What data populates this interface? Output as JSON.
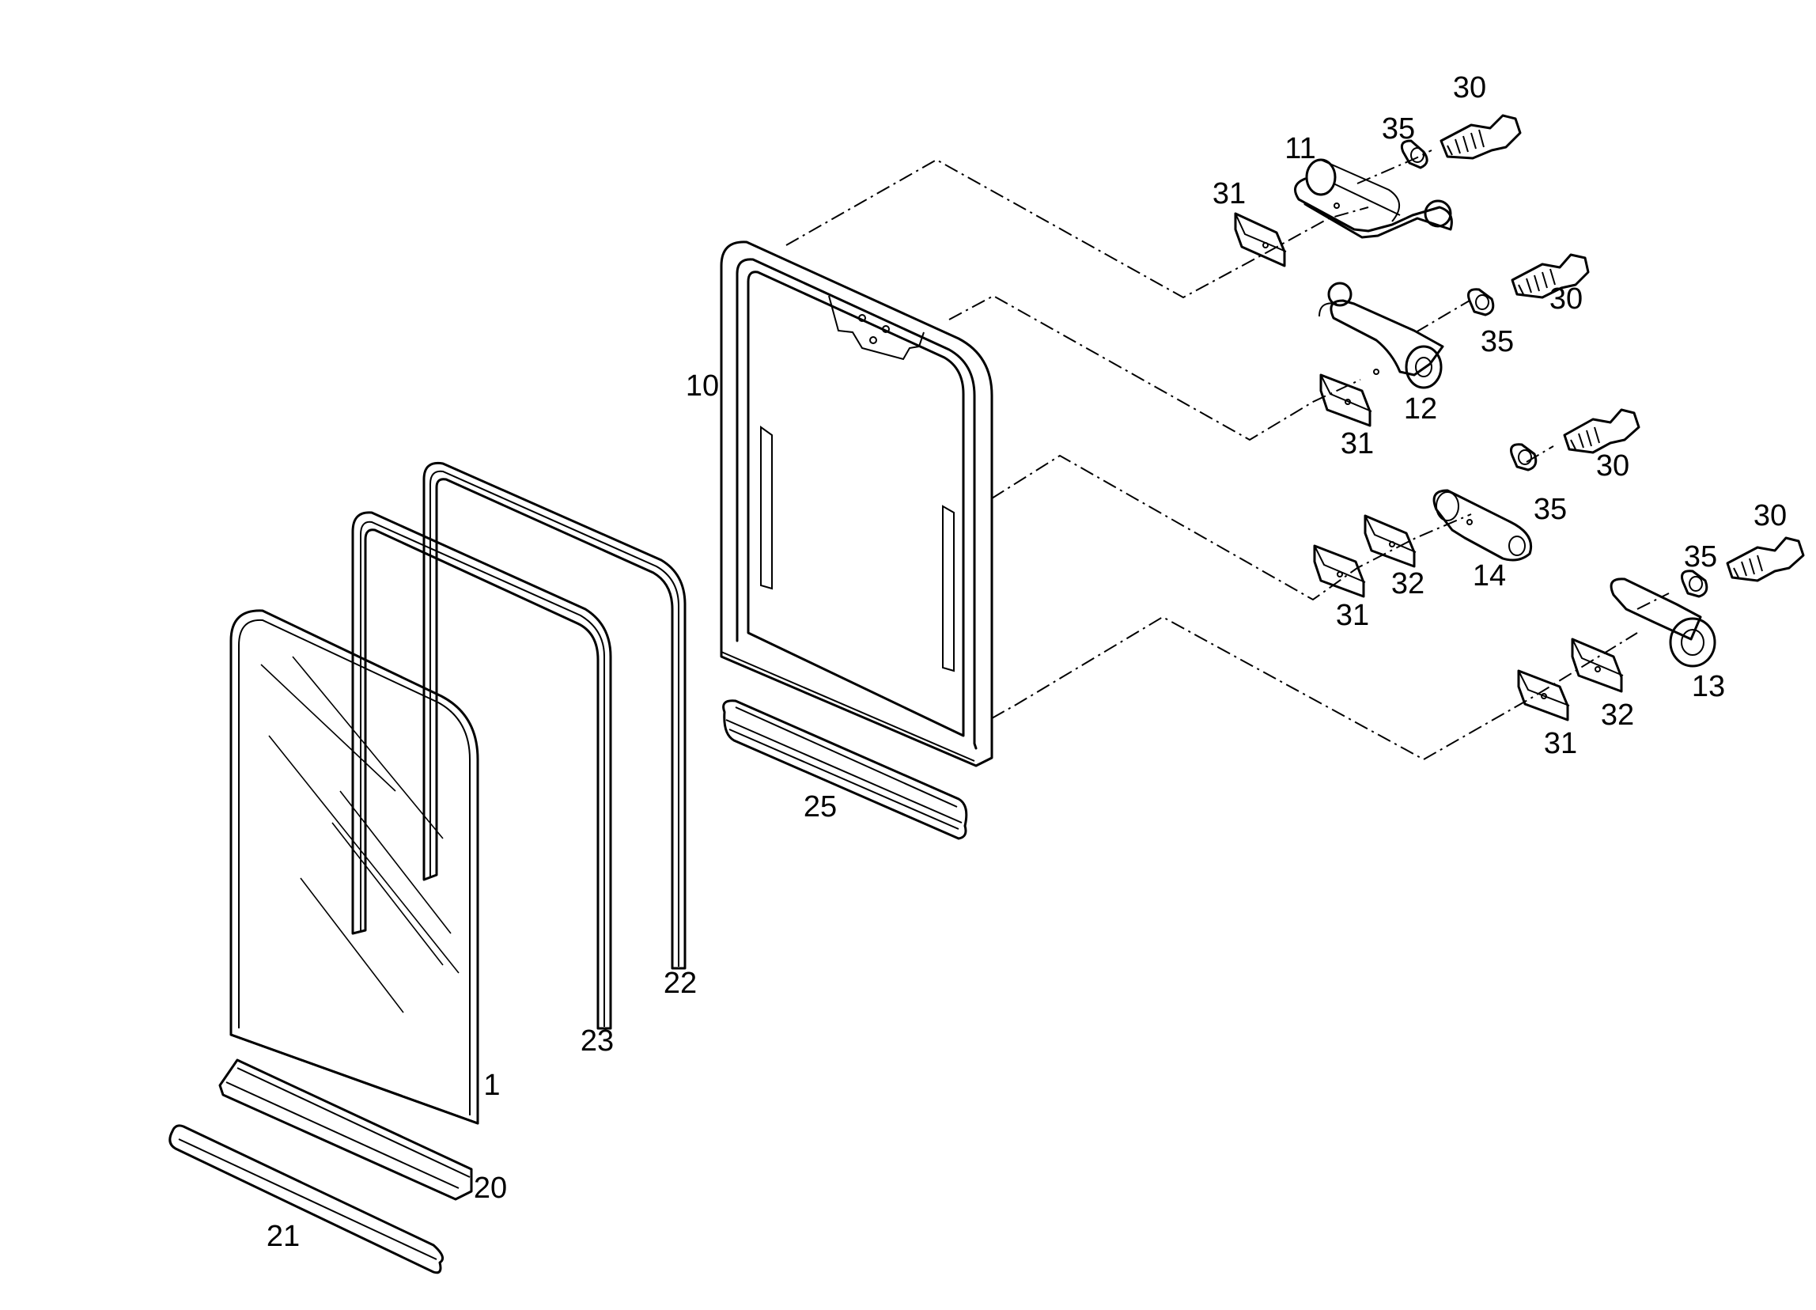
{
  "diagram": {
    "labels": {
      "glass_pane": "1",
      "door_frame": "10",
      "hinge_upper": "11",
      "hinge_lower": "12",
      "hinge_plate_upper": "14",
      "hinge_plate_lower": "13",
      "seal_inner_upper": "22",
      "seal_inner_lower": "23",
      "seal_bottom_inner": "20",
      "seal_bottom_outer": "21",
      "frame_bottom_seal": "25",
      "screw": "30",
      "shim": "31",
      "spacer": "32",
      "washer": "35"
    }
  }
}
